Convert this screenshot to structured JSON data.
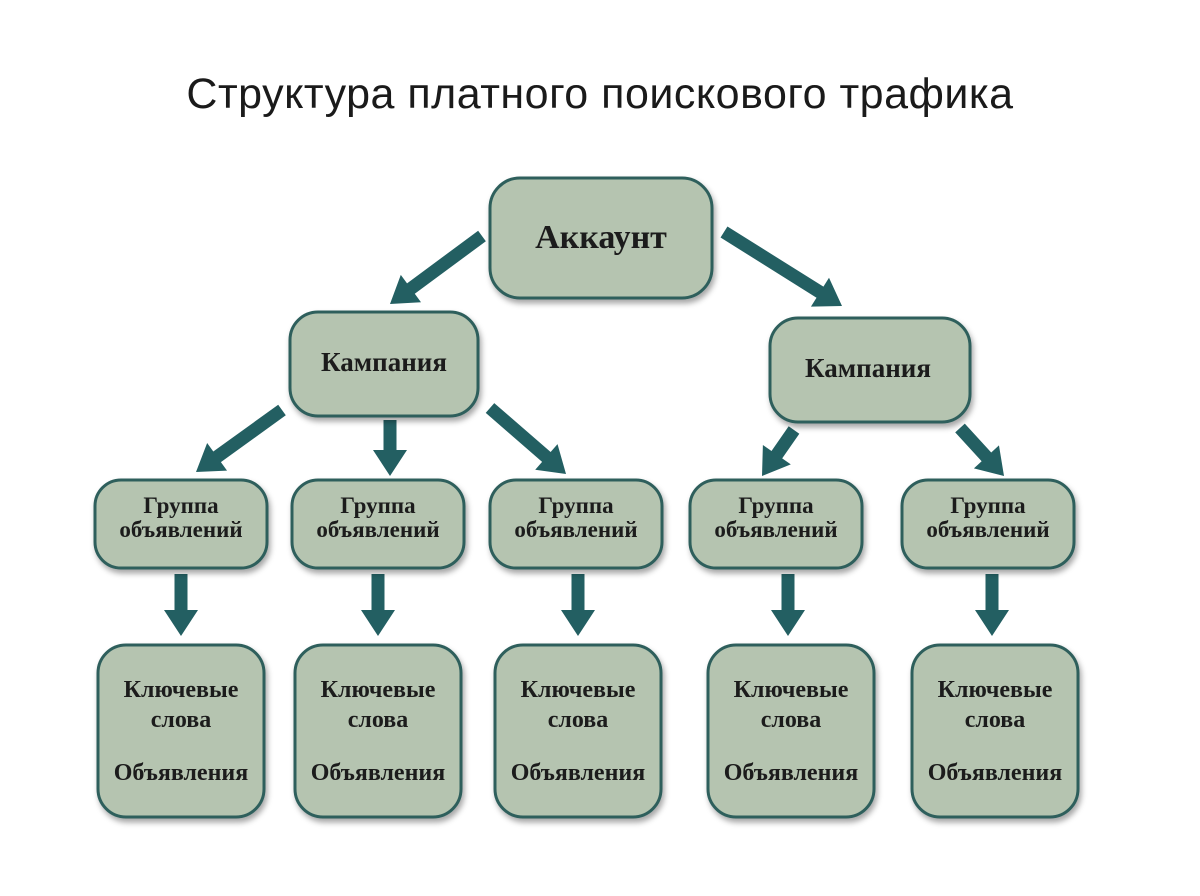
{
  "title": "Структура платного поискового трафика",
  "diagram": {
    "account": "Аккаунт",
    "campaigns": [
      {
        "label": "Кампания",
        "groups": [
          {
            "label_line1": "Группа",
            "label_line2": "объявлений",
            "kw_line1": "Ключевые",
            "kw_line2": "слова",
            "ads": "Объявления"
          },
          {
            "label_line1": "Группа",
            "label_line2": "объявлений",
            "kw_line1": "Ключевые",
            "kw_line2": "слова",
            "ads": "Объявления"
          },
          {
            "label_line1": "Группа",
            "label_line2": "объявлений",
            "kw_line1": "Ключевые",
            "kw_line2": "слова",
            "ads": "Объявления"
          }
        ]
      },
      {
        "label": "Кампания",
        "groups": [
          {
            "label_line1": "Группа",
            "label_line2": "объявлений",
            "kw_line1": "Ключевые",
            "kw_line2": "слова",
            "ads": "Объявления"
          },
          {
            "label_line1": "Группа",
            "label_line2": "объявлений",
            "kw_line1": "Ключевые",
            "kw_line2": "слова",
            "ads": "Объявления"
          }
        ]
      }
    ],
    "colors": {
      "box_fill": "#b5c4b0",
      "box_stroke": "#2f5f5c",
      "arrow": "#235f62"
    }
  }
}
